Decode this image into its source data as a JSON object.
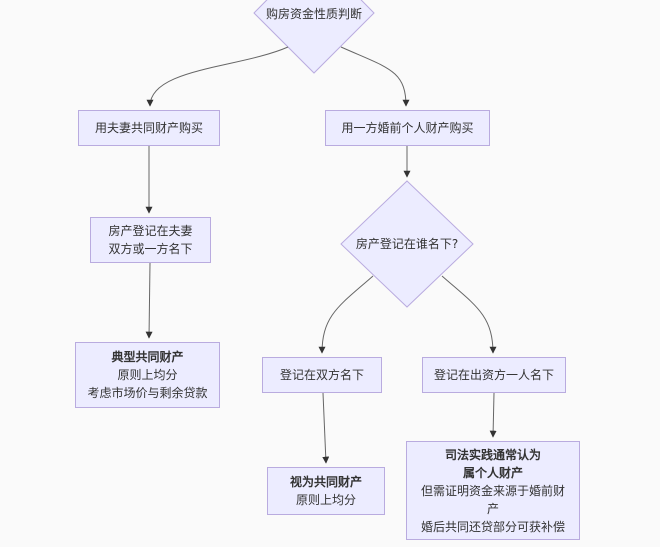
{
  "flowchart": {
    "description": "决策流程图：购房资金性质判断",
    "colors": {
      "background": "#fafafa",
      "node_fill": "#ECECFF",
      "node_border": "#b9abdf",
      "edge_line": "#666666",
      "arrowhead": "#333333",
      "text": "#333333"
    },
    "nodes": {
      "root_diamond": {
        "label": "购房资金性质判断"
      },
      "joint_purchase": {
        "label": "用夫妻共同财产购买"
      },
      "premarital_purchase": {
        "label": "用一方婚前个人财产购买"
      },
      "registered_couple": {
        "line1": "房产登记在夫妻",
        "line2": "双方或一方名下"
      },
      "who_registered_diamond": {
        "label": "房产登记在谁名下?"
      },
      "typical_joint": {
        "title": "典型共同财产",
        "line2": "原则上均分",
        "line3": "考虑市场价与剩余贷款"
      },
      "registered_both": {
        "label": "登记在双方名下"
      },
      "registered_funder": {
        "label": "登记在出资方一人名下"
      },
      "deemed_joint": {
        "title": "视为共同财产",
        "line2": "原则上均分"
      },
      "judicial_practice": {
        "title1": "司法实践通常认为",
        "title2": "属个人财产",
        "line3": "但需证明资金来源于婚前财",
        "line4": "产",
        "line5": "婚后共同还贷部分可获补偿"
      }
    }
  }
}
